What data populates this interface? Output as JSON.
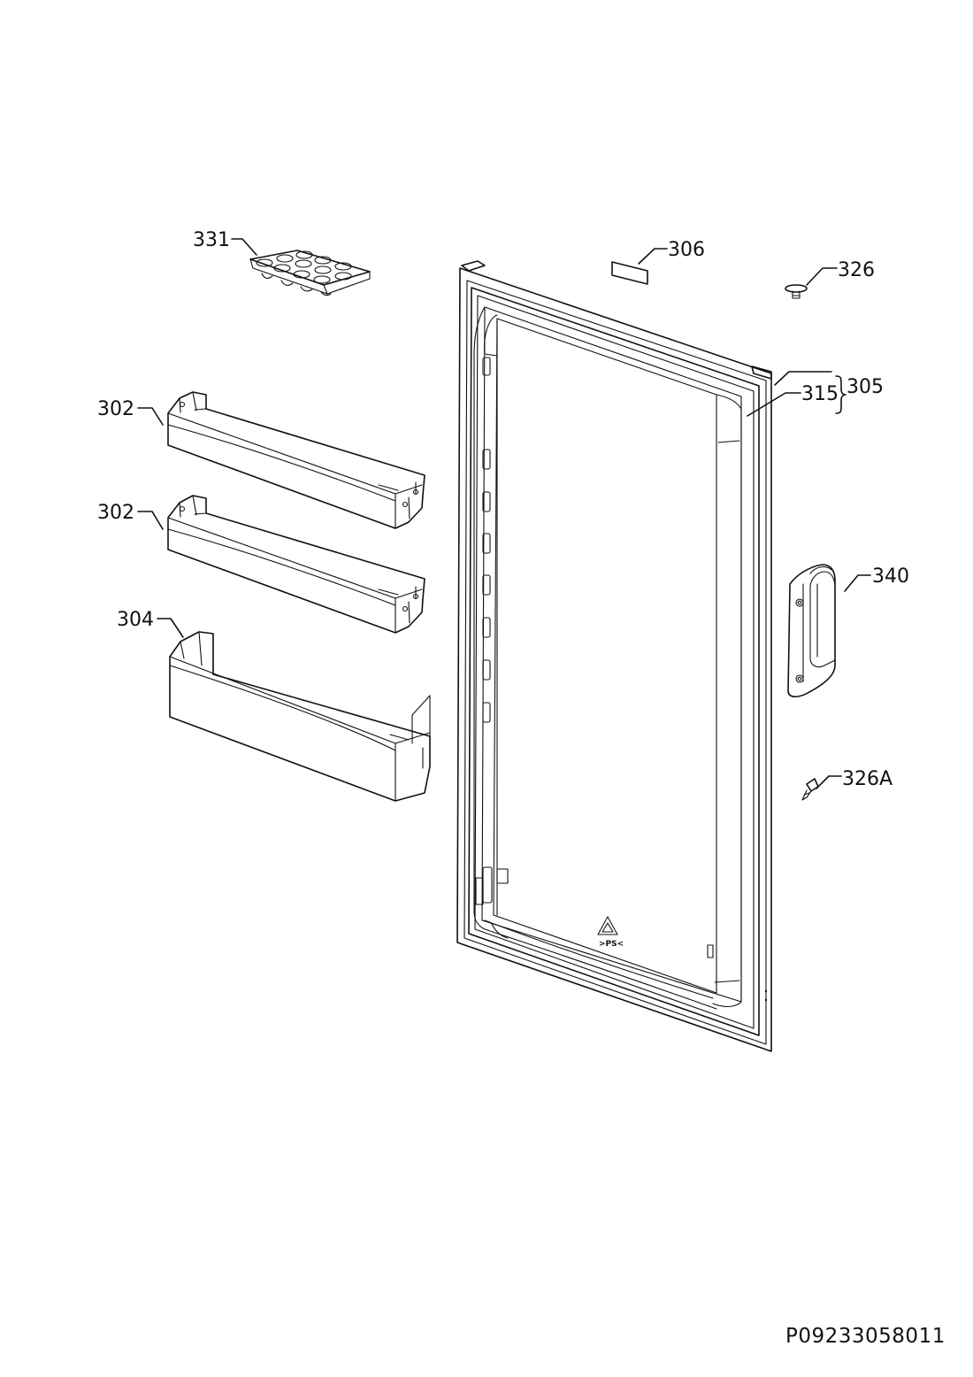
{
  "callouts": {
    "p331": "331",
    "p306": "306",
    "p326": "326",
    "p305": "305",
    "p315": "315",
    "p302_upper": "302",
    "p302_lower": "302",
    "p304": "304",
    "p340": "340",
    "p326a": "326A"
  },
  "recycle_mark": ">PS<",
  "document_number": "P09233058011",
  "colors": {
    "line": "#111111",
    "background": "#ffffff"
  }
}
